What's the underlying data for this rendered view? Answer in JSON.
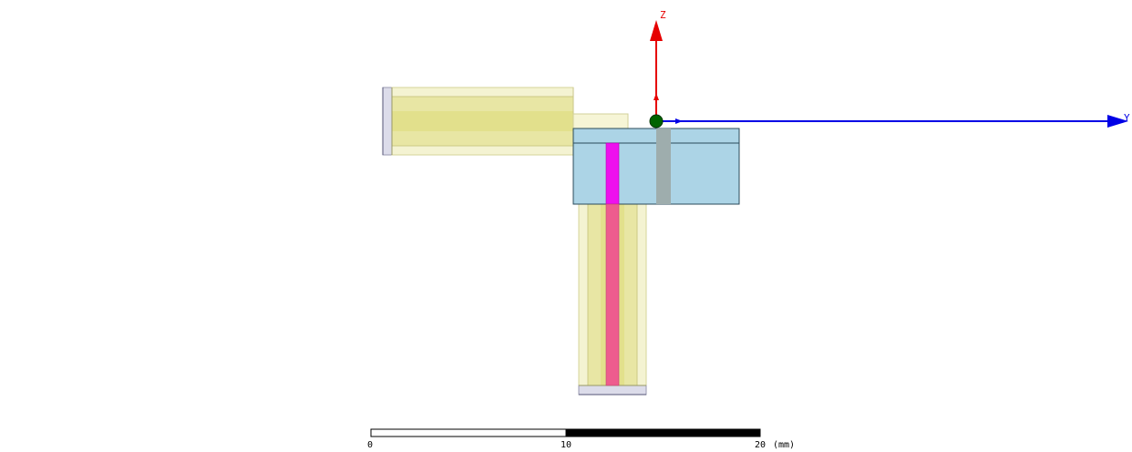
{
  "axes": {
    "z_label": "Z",
    "y_label": "Y",
    "z_color": "#e60000",
    "y_color": "#0000e6",
    "origin_color": "#006400"
  },
  "scale_bar": {
    "ticks": [
      "0",
      "10",
      "20"
    ],
    "unit": "(mm)"
  },
  "colors": {
    "background": "#ffffff",
    "coax_outer": "#f2f1c8",
    "coax_inner": "#e8e6a4",
    "substrate": "#acd4e6",
    "conductor": "#ee5c8e",
    "probe_top": "#ee10ee",
    "ground_strip": "#9eadad"
  }
}
